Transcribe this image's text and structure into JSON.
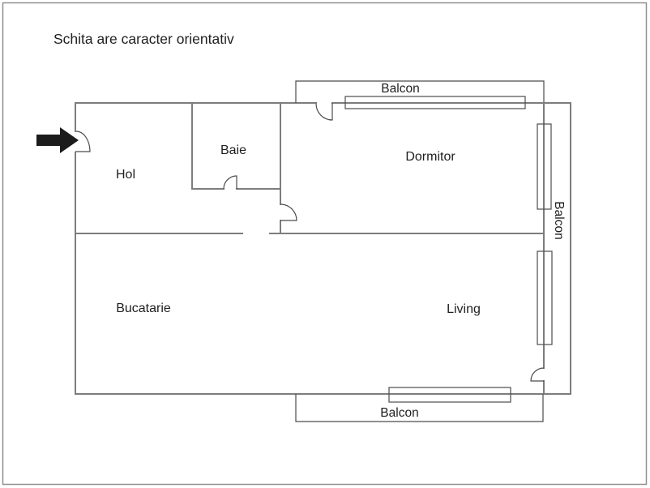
{
  "title": "Schita are caracter orientativ",
  "rooms": {
    "hol": "Hol",
    "baie": "Baie",
    "dormitor": "Dormitor",
    "bucatarie": "Bucatarie",
    "living": "Living"
  },
  "balconies": {
    "top": "Balcon",
    "right": "Balcon",
    "bottom": "Balcon"
  },
  "colors": {
    "background": "#ffffff",
    "border": "#8f8f8f",
    "wall": "#7d7d7d",
    "detail": "#4c4c4c",
    "text": "#1f1f1f",
    "arrow": "#1c1c1c"
  }
}
